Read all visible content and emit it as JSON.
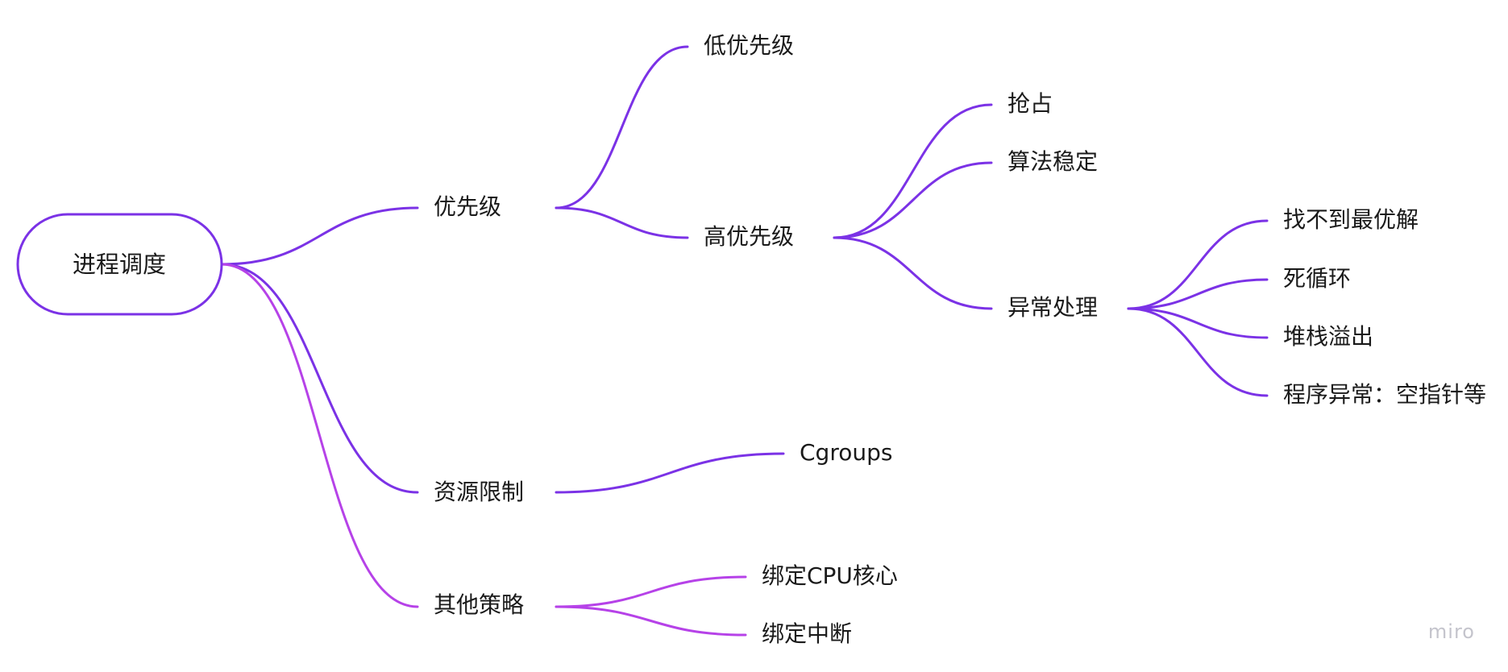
{
  "colors": {
    "root_border": "#7b32e6",
    "edge_primary": "#7b32e6",
    "edge_light": "#b642e8",
    "text": "#1a1a1a",
    "watermark": "#c4c4cc"
  },
  "watermark": "miro",
  "mindmap": {
    "root": {
      "id": "root",
      "label": "进程调度"
    },
    "nodes": [
      {
        "id": "youxianji",
        "label": "优先级",
        "parent": "root"
      },
      {
        "id": "di",
        "label": "低优先级",
        "parent": "youxianji"
      },
      {
        "id": "gao",
        "label": "高优先级",
        "parent": "youxianji"
      },
      {
        "id": "qiangzhan",
        "label": "抢占",
        "parent": "gao"
      },
      {
        "id": "suanfa",
        "label": "算法稳定",
        "parent": "gao"
      },
      {
        "id": "yichang",
        "label": "异常处理",
        "parent": "gao"
      },
      {
        "id": "zhaobudao",
        "label": "找不到最优解",
        "parent": "yichang"
      },
      {
        "id": "sixunhuan",
        "label": "死循环",
        "parent": "yichang"
      },
      {
        "id": "duizhan",
        "label": "堆栈溢出",
        "parent": "yichang"
      },
      {
        "id": "chengxu",
        "label": "程序异常：空指针等",
        "parent": "yichang"
      },
      {
        "id": "ziyuan",
        "label": "资源限制",
        "parent": "root"
      },
      {
        "id": "cgroups",
        "label": "Cgroups",
        "parent": "ziyuan"
      },
      {
        "id": "qita",
        "label": "其他策略",
        "parent": "root"
      },
      {
        "id": "bangcpu",
        "label": "绑定CPU核心",
        "parent": "qita"
      },
      {
        "id": "bangzhong",
        "label": "绑定中断",
        "parent": "qita"
      }
    ]
  }
}
